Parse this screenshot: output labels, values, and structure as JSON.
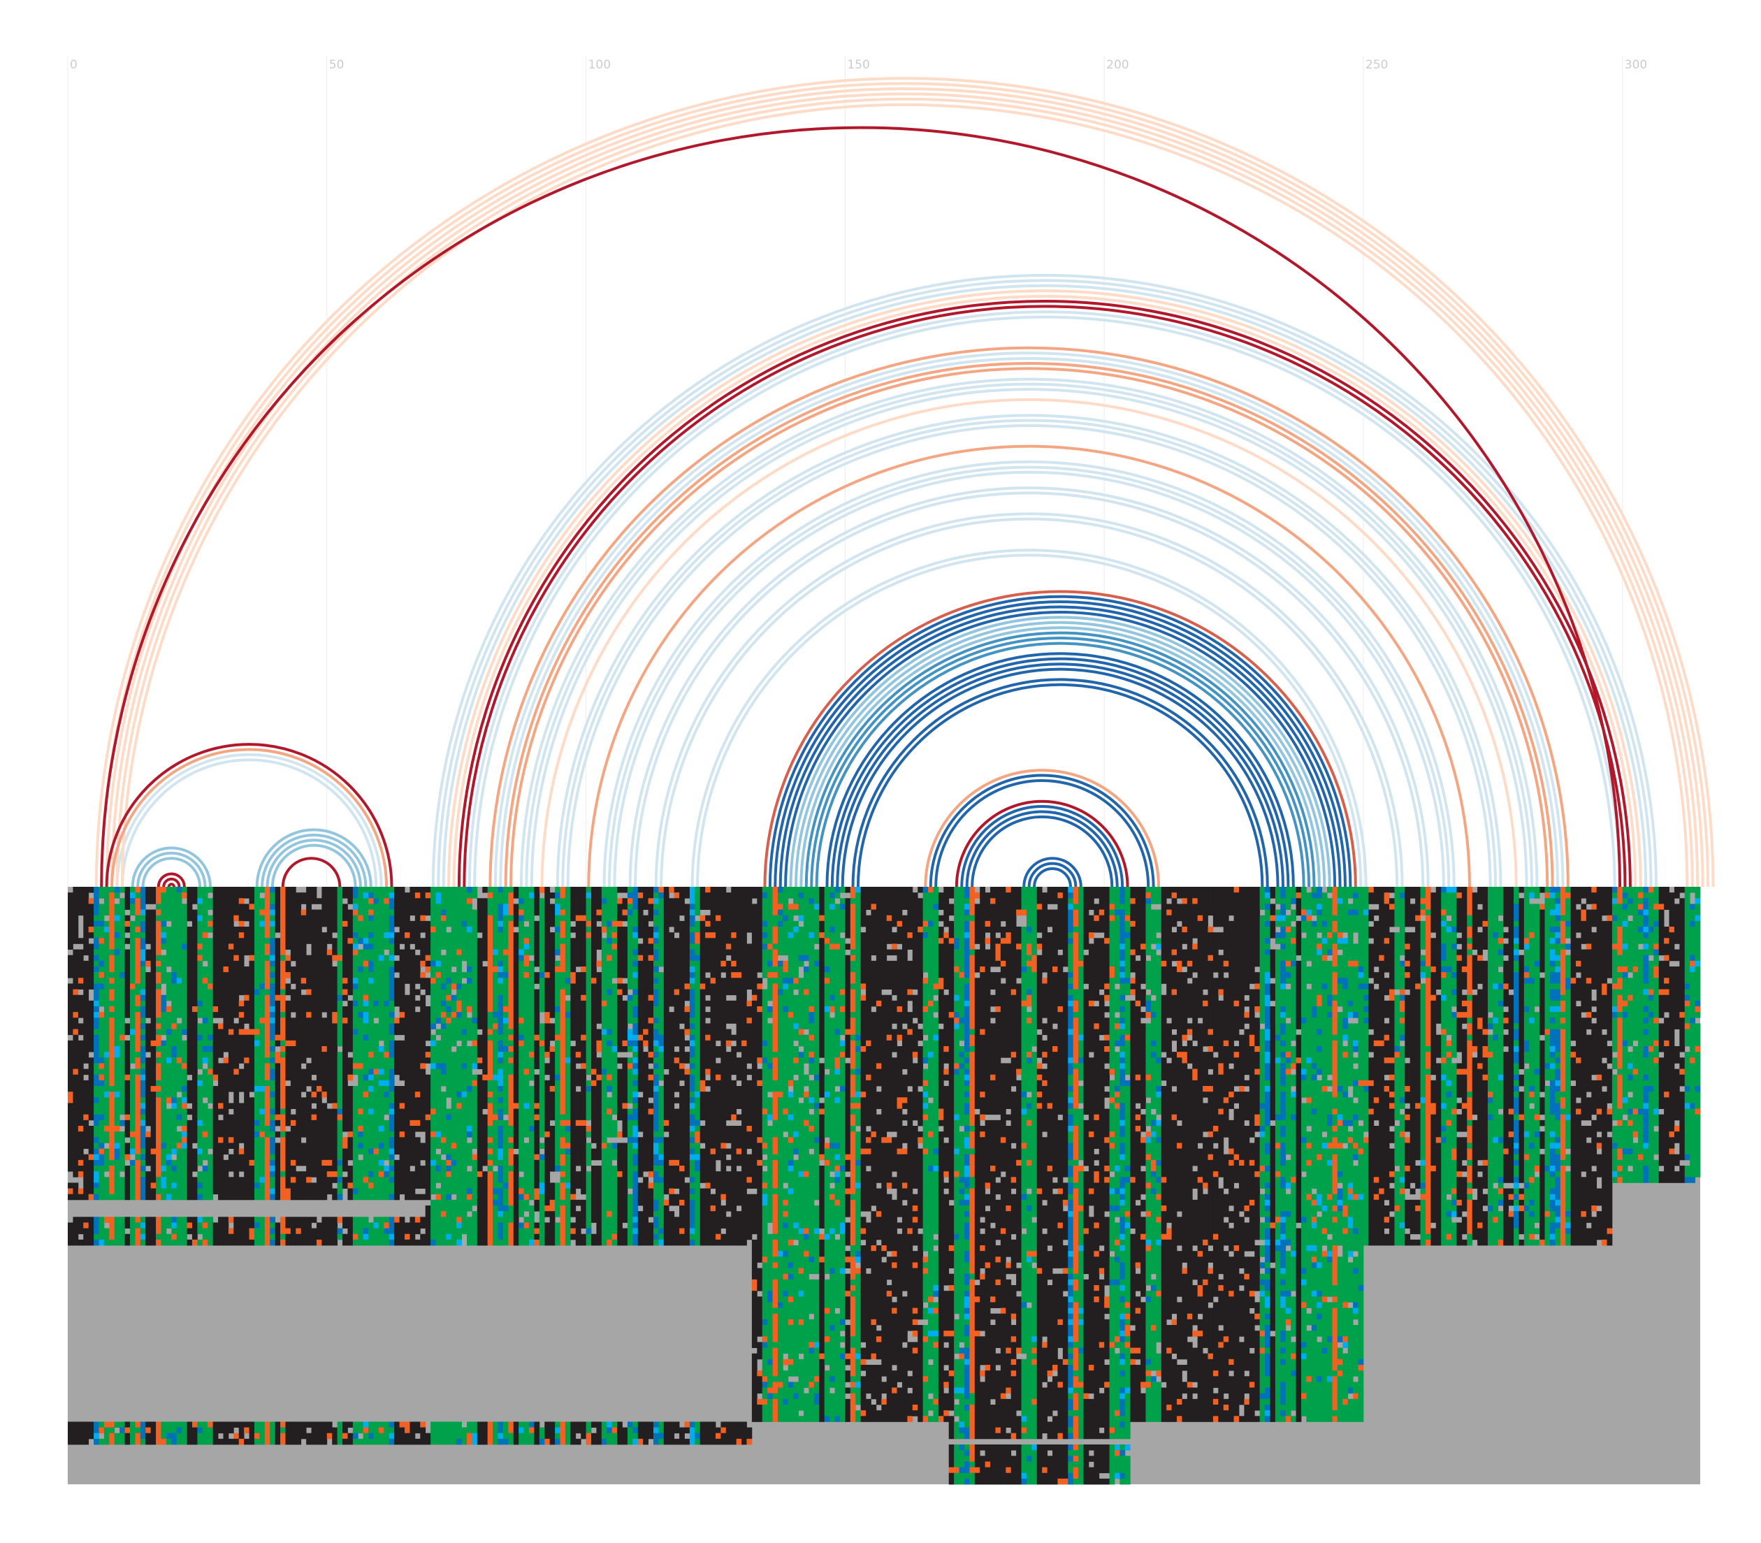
{
  "chart_data": {
    "type": "arc-diagram-with-alignment",
    "x_axis": {
      "ticks": [
        "0",
        "50",
        "100",
        "150",
        "200",
        "250",
        "300"
      ],
      "range": [
        0,
        315
      ],
      "grid": true
    },
    "colors": {
      "arc_dark_red": "#b2182b",
      "arc_red": "#d6604d",
      "arc_salmon": "#f4a582",
      "arc_peach": "#fddbc7",
      "arc_pale_blue": "#d1e5f0",
      "arc_light_blue": "#92c5de",
      "arc_mid_blue": "#4393c3",
      "arc_dark_blue": "#2166ac",
      "cell_green": "#00a14b",
      "cell_orange": "#f26122",
      "cell_black": "#231f20",
      "cell_blue": "#0072bc",
      "cell_cyan": "#00aeef",
      "cell_gap": "#a6a6a6"
    },
    "arc_groups": [
      {
        "i": 5,
        "j": 317,
        "count": 6,
        "color": "arc_peach"
      },
      {
        "i": 6,
        "j": 299,
        "count": 1,
        "color": "arc_dark_red"
      },
      {
        "i": 7,
        "j": 62,
        "count": 1,
        "color": "arc_dark_red"
      },
      {
        "i": 8,
        "j": 61,
        "count": 1,
        "color": "arc_salmon"
      },
      {
        "i": 9,
        "j": 60,
        "count": 2,
        "color": "arc_pale_blue"
      },
      {
        "i": 12,
        "j": 27,
        "count": 3,
        "color": "arc_light_blue"
      },
      {
        "i": 17,
        "j": 22,
        "count": 3,
        "color": "arc_dark_red"
      },
      {
        "i": 36,
        "j": 58,
        "count": 4,
        "color": "arc_light_blue"
      },
      {
        "i": 41,
        "j": 52,
        "count": 1,
        "color": "arc_dark_red"
      },
      {
        "i": 70,
        "j": 306,
        "count": 3,
        "color": "arc_pale_blue"
      },
      {
        "i": 73,
        "j": 303,
        "count": 2,
        "color": "arc_peach"
      },
      {
        "i": 75,
        "j": 301,
        "count": 2,
        "color": "arc_dark_red"
      },
      {
        "i": 77,
        "j": 299,
        "count": 2,
        "color": "arc_pale_blue"
      },
      {
        "i": 81,
        "j": 289,
        "count": 1,
        "color": "arc_salmon"
      },
      {
        "i": 82,
        "j": 288,
        "count": 2,
        "color": "arc_pale_blue"
      },
      {
        "i": 84,
        "j": 286,
        "count": 2,
        "color": "arc_salmon"
      },
      {
        "i": 87,
        "j": 283,
        "count": 3,
        "color": "arc_pale_blue"
      },
      {
        "i": 91,
        "j": 279,
        "count": 1,
        "color": "arc_peach"
      },
      {
        "i": 94,
        "j": 276,
        "count": 3,
        "color": "arc_pale_blue"
      },
      {
        "i": 100,
        "j": 270,
        "count": 1,
        "color": "arc_salmon"
      },
      {
        "i": 103,
        "j": 267,
        "count": 3,
        "color": "arc_pale_blue"
      },
      {
        "i": 108,
        "j": 262,
        "count": 2,
        "color": "arc_pale_blue"
      },
      {
        "i": 113,
        "j": 257,
        "count": 2,
        "color": "arc_pale_blue"
      },
      {
        "i": 120,
        "j": 250,
        "count": 2,
        "color": "arc_pale_blue"
      },
      {
        "i": 134,
        "j": 248,
        "count": 1,
        "color": "arc_red"
      },
      {
        "i": 135,
        "j": 247,
        "count": 4,
        "color": "arc_dark_blue"
      },
      {
        "i": 139,
        "j": 243,
        "count": 3,
        "color": "arc_light_blue"
      },
      {
        "i": 142,
        "j": 240,
        "count": 3,
        "color": "arc_mid_blue"
      },
      {
        "i": 146,
        "j": 236,
        "count": 4,
        "color": "arc_dark_blue"
      },
      {
        "i": 151,
        "j": 231,
        "count": 2,
        "color": "arc_dark_blue"
      },
      {
        "i": 165,
        "j": 210,
        "count": 1,
        "color": "arc_salmon"
      },
      {
        "i": 166,
        "j": 209,
        "count": 2,
        "color": "arc_dark_blue"
      },
      {
        "i": 171,
        "j": 204,
        "count": 1,
        "color": "arc_dark_red"
      },
      {
        "i": 172,
        "j": 203,
        "count": 3,
        "color": "arc_dark_blue"
      },
      {
        "i": 184,
        "j": 195,
        "count": 3,
        "color": "arc_dark_blue"
      }
    ],
    "alignment": {
      "sequence_length": 315,
      "row_count": 105,
      "states": [
        "paired",
        "mispaired",
        "unpaired",
        "compensatory",
        "consistent",
        "gap"
      ],
      "state_colors": [
        "cell_green",
        "cell_orange",
        "cell_black",
        "cell_blue",
        "cell_cyan",
        "cell_gap"
      ],
      "column_kinds_note": "paired columns mostly green, unpaired columns mostly black",
      "gap_blocks": [
        {
          "from": 0,
          "to": 132,
          "row_from": 63,
          "row_to": 94
        },
        {
          "from": 0,
          "to": 69,
          "row_from": 55,
          "row_to": 58
        },
        {
          "from": 132,
          "to": 170,
          "row_from": 94,
          "row_to": 105
        },
        {
          "from": 205,
          "to": 315,
          "row_from": 94,
          "row_to": 105
        },
        {
          "from": 250,
          "to": 315,
          "row_from": 63,
          "row_to": 94
        },
        {
          "from": 298,
          "to": 315,
          "row_from": 52,
          "row_to": 63
        },
        {
          "from": 0,
          "to": 170,
          "row_from": 98,
          "row_to": 105
        },
        {
          "from": 170,
          "to": 205,
          "row_from": 97,
          "row_to": 98
        }
      ]
    }
  }
}
